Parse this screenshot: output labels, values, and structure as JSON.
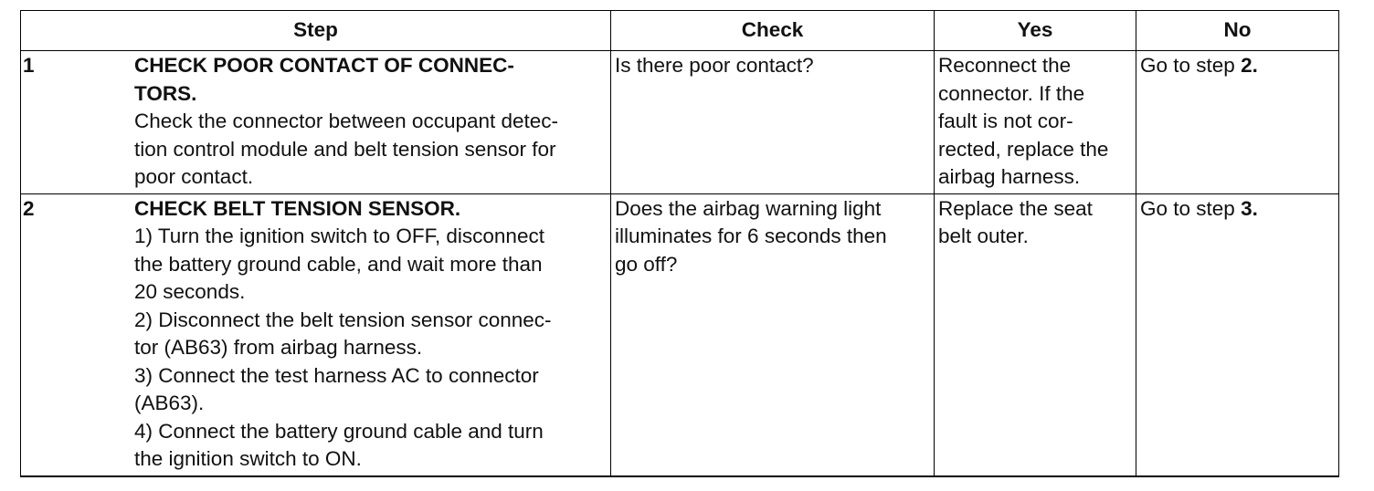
{
  "table": {
    "headers": {
      "step": "Step",
      "check": "Check",
      "yes": "Yes",
      "no": "No"
    },
    "rows": [
      {
        "number": "1",
        "title_l1": "CHECK POOR CONTACT OF CONNEC-",
        "title_l2": "TORS.",
        "desc_l1": "Check the connector between occupant detec-",
        "desc_l2": "tion control module and belt tension sensor for",
        "desc_l3": "poor contact.",
        "check": "Is there poor contact?",
        "yes_l1": "Reconnect the",
        "yes_l2": "connector. If the",
        "yes_l3": "fault is not cor-",
        "yes_l4": "rected, replace the",
        "yes_l5": "airbag harness.",
        "no_prefix": "Go to step ",
        "no_step": "2."
      },
      {
        "number": "2",
        "title_l1": "CHECK BELT TENSION SENSOR.",
        "desc_l1": "1)  Turn the ignition switch to OFF, disconnect",
        "desc_l2": "the battery ground cable, and wait more than",
        "desc_l3": "20 seconds.",
        "desc_l4": "2)  Disconnect the belt tension sensor connec-",
        "desc_l5": "tor (AB63) from airbag harness.",
        "desc_l6": "3)  Connect the test harness AC to connector",
        "desc_l7": "(AB63).",
        "desc_l8": "4)  Connect the battery ground cable and turn",
        "desc_l9": "the ignition switch to ON.",
        "check_l1": "Does the airbag warning light",
        "check_l2": "illuminates for 6 seconds then",
        "check_l3": "go off?",
        "yes_l1": "Replace the seat",
        "yes_l2": "belt outer.",
        "no_prefix": "Go to step ",
        "no_step": "3."
      }
    ]
  }
}
